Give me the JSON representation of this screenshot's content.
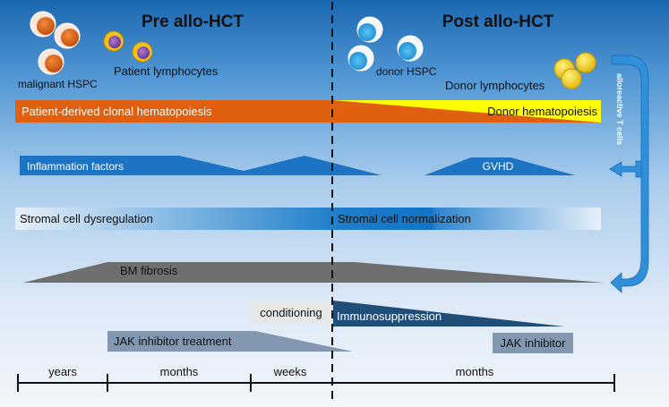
{
  "headers": {
    "pre": "Pre allo-HCT",
    "post": "Post allo-HCT"
  },
  "cells": {
    "malignant_label": "malignant HSPC",
    "patient_lymph_label": "Patient lymphocytes",
    "donor_hspc_label": "donor HSPC",
    "donor_lymph_label": "Donor lymphocytes"
  },
  "bands": {
    "clonal": "Patient-derived clonal hematopoiesis",
    "donor_hema": "Donor hematopoiesis",
    "inflammation": "Inflammation factors",
    "gvhd": "GVHD",
    "stromal_dys": "Stromal cell dysregulation",
    "stromal_norm": "Stromal cell normalization",
    "fibrosis": "BM fibrosis",
    "conditioning": "conditioning",
    "immuno": "Immunosuppression",
    "jak_pre": "JAK inhibitor treatment",
    "jak_post": "JAK inhibitor"
  },
  "side_label": "alloreactive T cells",
  "timeline": {
    "years": "years",
    "months_pre": "months",
    "weeks": "weeks",
    "months_post": "months"
  },
  "colors": {
    "background_top": "#1f6fb8",
    "background_bottom": "#e9f2fb",
    "clonal_orange": "#e0600f",
    "donor_yellow": "#ffff00",
    "blue_shape": "#1d73c4",
    "fibrosis_gray": "#6f6f6f",
    "immuno_navy": "#1f4e79",
    "jak_slate": "#8497b0",
    "arrow_blue": "#2f8fd8"
  }
}
